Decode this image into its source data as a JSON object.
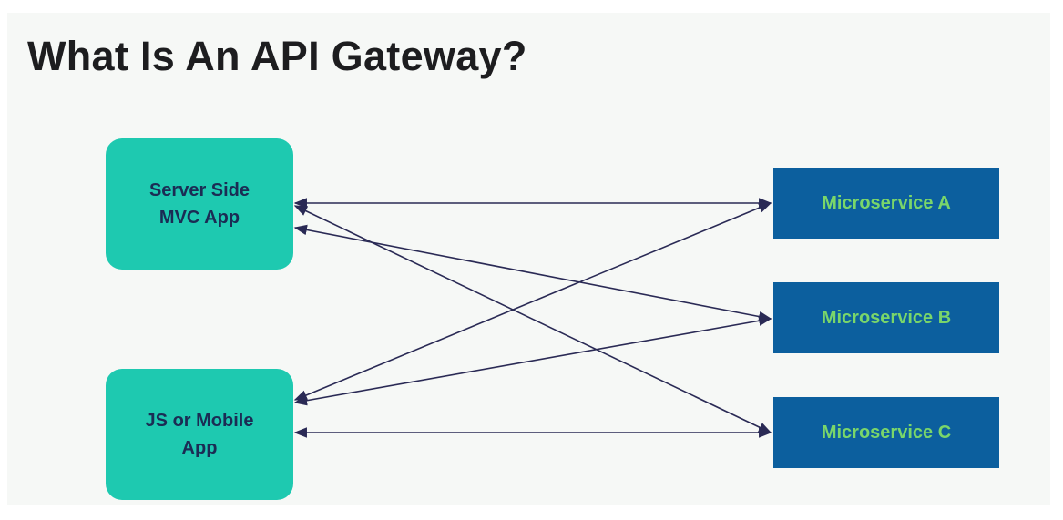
{
  "title": "What Is An API Gateway?",
  "clients": [
    {
      "line1": "Server Side",
      "line2": "MVC App"
    },
    {
      "line1": "JS or Mobile",
      "line2": "App"
    }
  ],
  "services": [
    {
      "label": "Microservice A"
    },
    {
      "label": "Microservice B"
    },
    {
      "label": "Microservice C"
    }
  ],
  "colors": {
    "client_fill": "#1ec9b0",
    "client_text": "#1b2c54",
    "service_fill": "#0c5f9e",
    "service_text": "#7ad66a",
    "arrow": "#2a2a55"
  }
}
